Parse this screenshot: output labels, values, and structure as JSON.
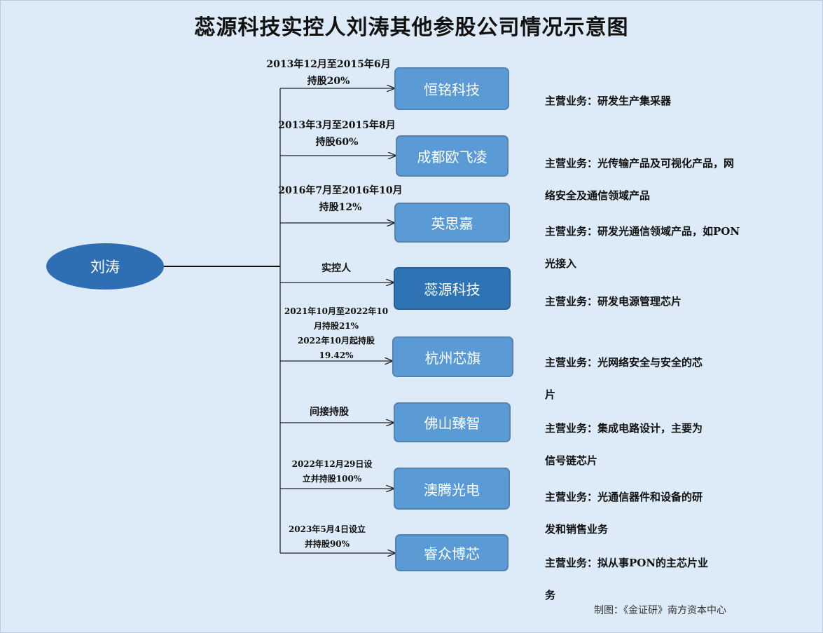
{
  "title": "蕊源科技实控人刘涛其他参股公司情况示意图",
  "root": "刘涛",
  "companies": [
    {
      "name": "恒铭科技",
      "edge_lines": [
        "2013年12月至2015年6月",
        "持股20%"
      ],
      "business_lines": [
        "主营业务：研发生产集采器"
      ]
    },
    {
      "name": "成都欧飞凌",
      "edge_lines": [
        "2013年3月至2015年8月",
        "持股60%"
      ],
      "business_lines": [
        "主营业务：光传输产品及可视化产品，网",
        "络安全及通信领域产品"
      ]
    },
    {
      "name": "英思嘉",
      "edge_lines": [
        "2016年7月至2016年10月",
        "持股12%"
      ],
      "business_lines": [
        "主营业务：研发光通信领域产品，如PON",
        "光接入"
      ]
    },
    {
      "name": "蕊源科技",
      "edge_lines": [
        "实控人"
      ],
      "business_lines": [
        "主营业务：研发电源管理芯片"
      ]
    },
    {
      "name": "杭州芯旗",
      "edge_lines": [
        "2021年10月至2022年10",
        "月持股21%",
        "2022年10月起持股",
        "19.42%"
      ],
      "business_lines": [
        "主营业务：光网络安全与安全的芯",
        "片"
      ]
    },
    {
      "name": "佛山臻智",
      "edge_lines": [
        "间接持股"
      ],
      "business_lines": [
        "主营业务：集成电路设计，主要为",
        "信号链芯片"
      ]
    },
    {
      "name": "澳腾光电",
      "edge_lines": [
        "2022年12月29日设",
        "立并持股100%"
      ],
      "business_lines": [
        "主营业务：光通信器件和设备的研",
        "发和销售业务"
      ]
    },
    {
      "name": "睿众博芯",
      "edge_lines": [
        "2023年5月4日设立",
        "并持股90%"
      ],
      "business_lines": [
        "主营业务：拟从事PON的主芯片业",
        "务"
      ]
    }
  ],
  "footer": "制图：《金证研》南方资本中心"
}
